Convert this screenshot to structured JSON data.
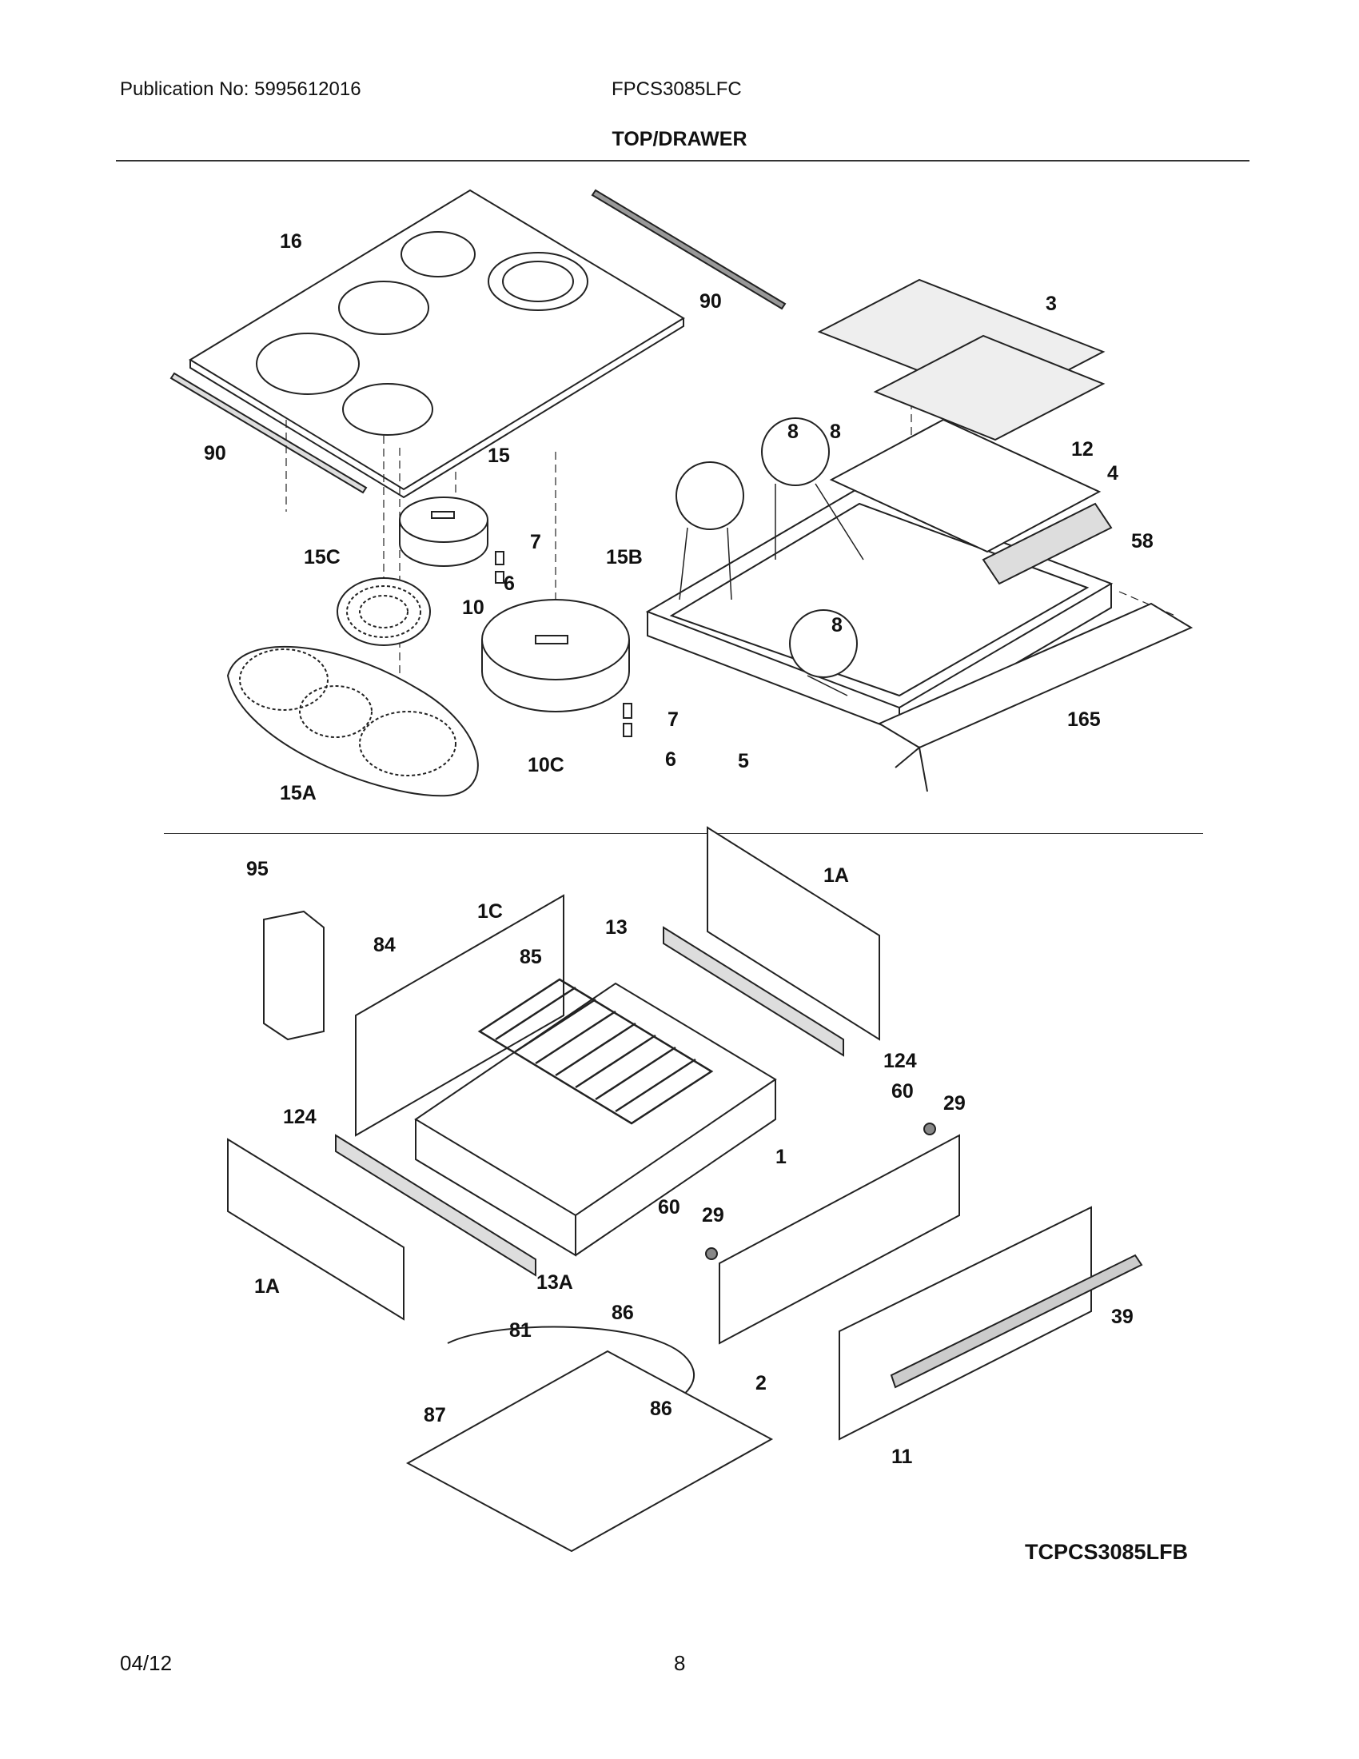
{
  "header": {
    "publication": "Publication No: 5995612016",
    "model": "FPCS3085LFC",
    "section_title": "TOP/DRAWER"
  },
  "diagram": {
    "code": "TCPCS3085LFB",
    "top_labels": [
      "16",
      "90",
      "90",
      "3",
      "12",
      "4",
      "58",
      "8",
      "8",
      "8",
      "15",
      "7",
      "6",
      "10",
      "15C",
      "15B",
      "15A",
      "10C",
      "7",
      "6",
      "5",
      "165"
    ],
    "bottom_labels": [
      "95",
      "1C",
      "84",
      "85",
      "13",
      "1A",
      "124",
      "124",
      "60",
      "29",
      "1",
      "60",
      "29",
      "13A",
      "1A",
      "86",
      "81",
      "86",
      "87",
      "2",
      "39",
      "11"
    ]
  },
  "footer": {
    "date": "04/12",
    "page": "8"
  }
}
